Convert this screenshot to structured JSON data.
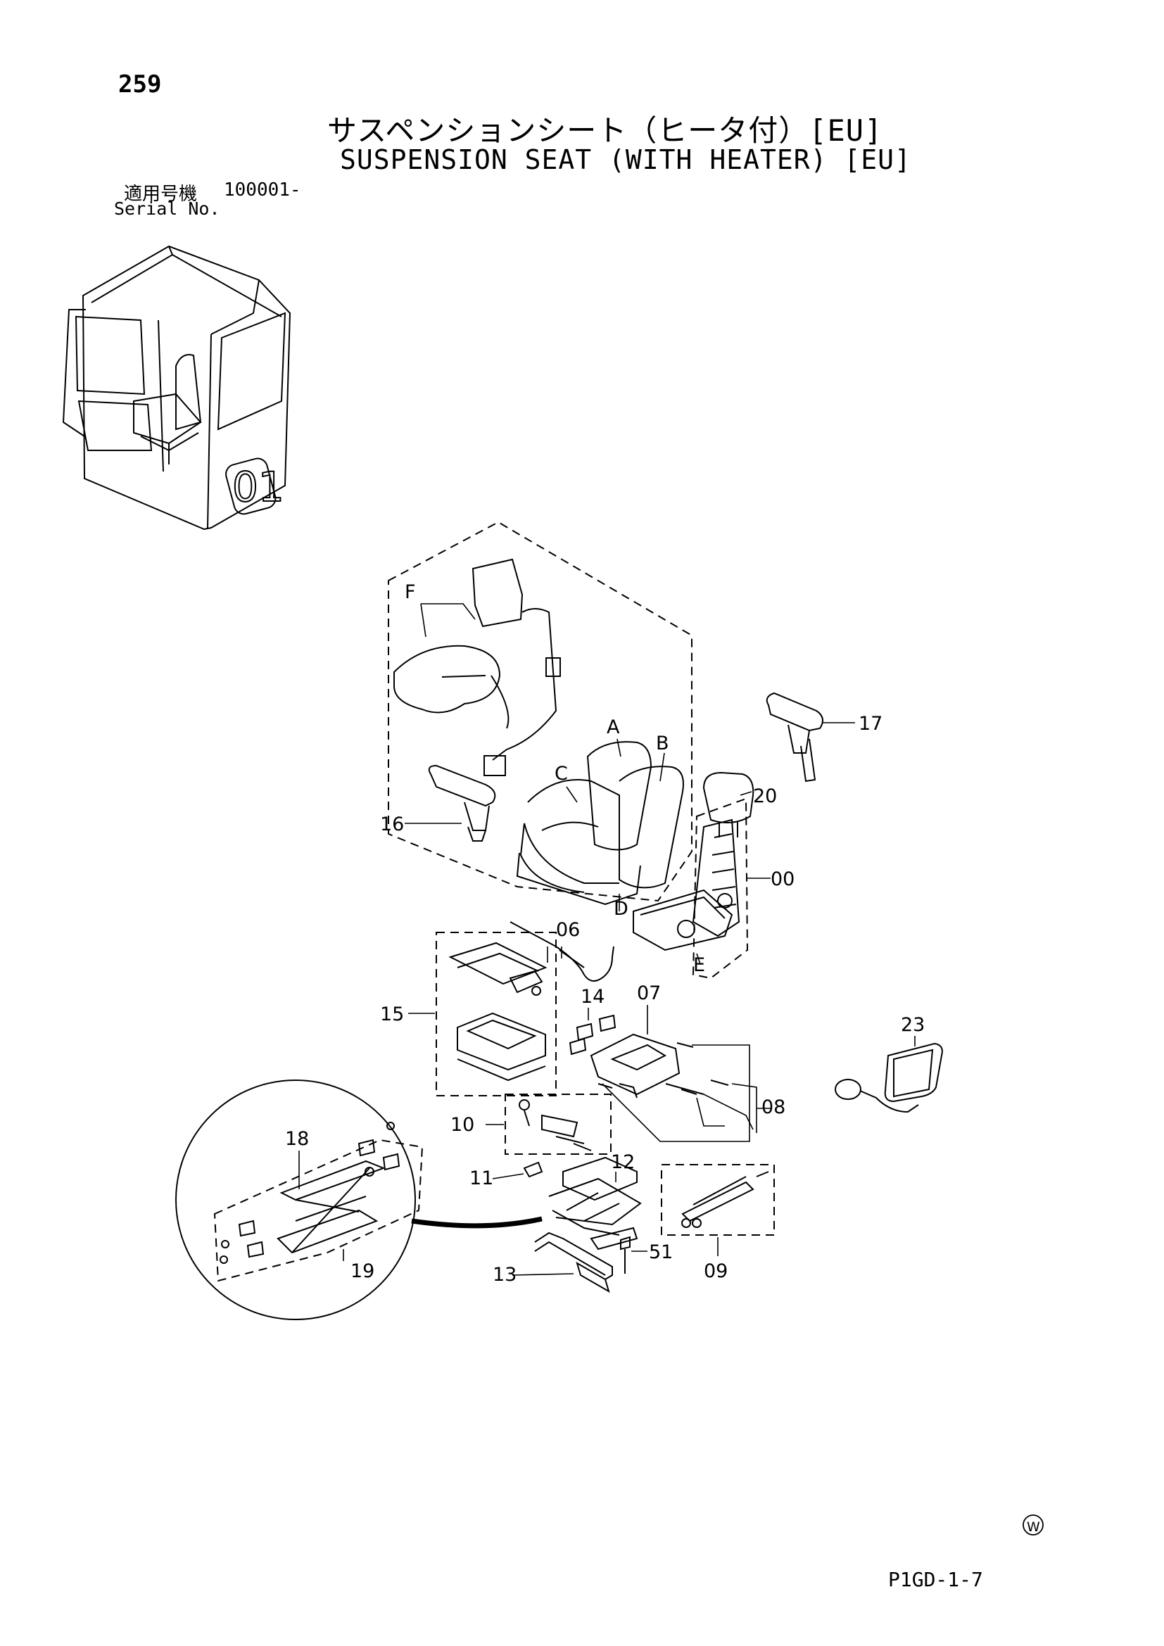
{
  "page": {
    "number": "259",
    "title_ja": "サスペンションシート（ヒータ付）[EU]",
    "title_en": "SUSPENSION SEAT (WITH HEATER) [EU]",
    "serial_label_ja": "適用号機",
    "serial_value": "100001-",
    "serial_label_en": "Serial No.",
    "footer_code": "P1GD-1-7",
    "cab_mark": "01",
    "corner_mark": "W"
  },
  "callouts": {
    "F": "F",
    "A": "A",
    "B": "B",
    "C": "C",
    "D": "D",
    "E": "E",
    "p00": "00",
    "p06": "06",
    "p07": "07",
    "p08": "08",
    "p09": "09",
    "p10": "10",
    "p11": "11",
    "p12": "12",
    "p13": "13",
    "p14": "14",
    "p15": "15",
    "p16": "16",
    "p17": "17",
    "p18": "18",
    "p19": "19",
    "p20": "20",
    "p23": "23",
    "p51": "51"
  }
}
